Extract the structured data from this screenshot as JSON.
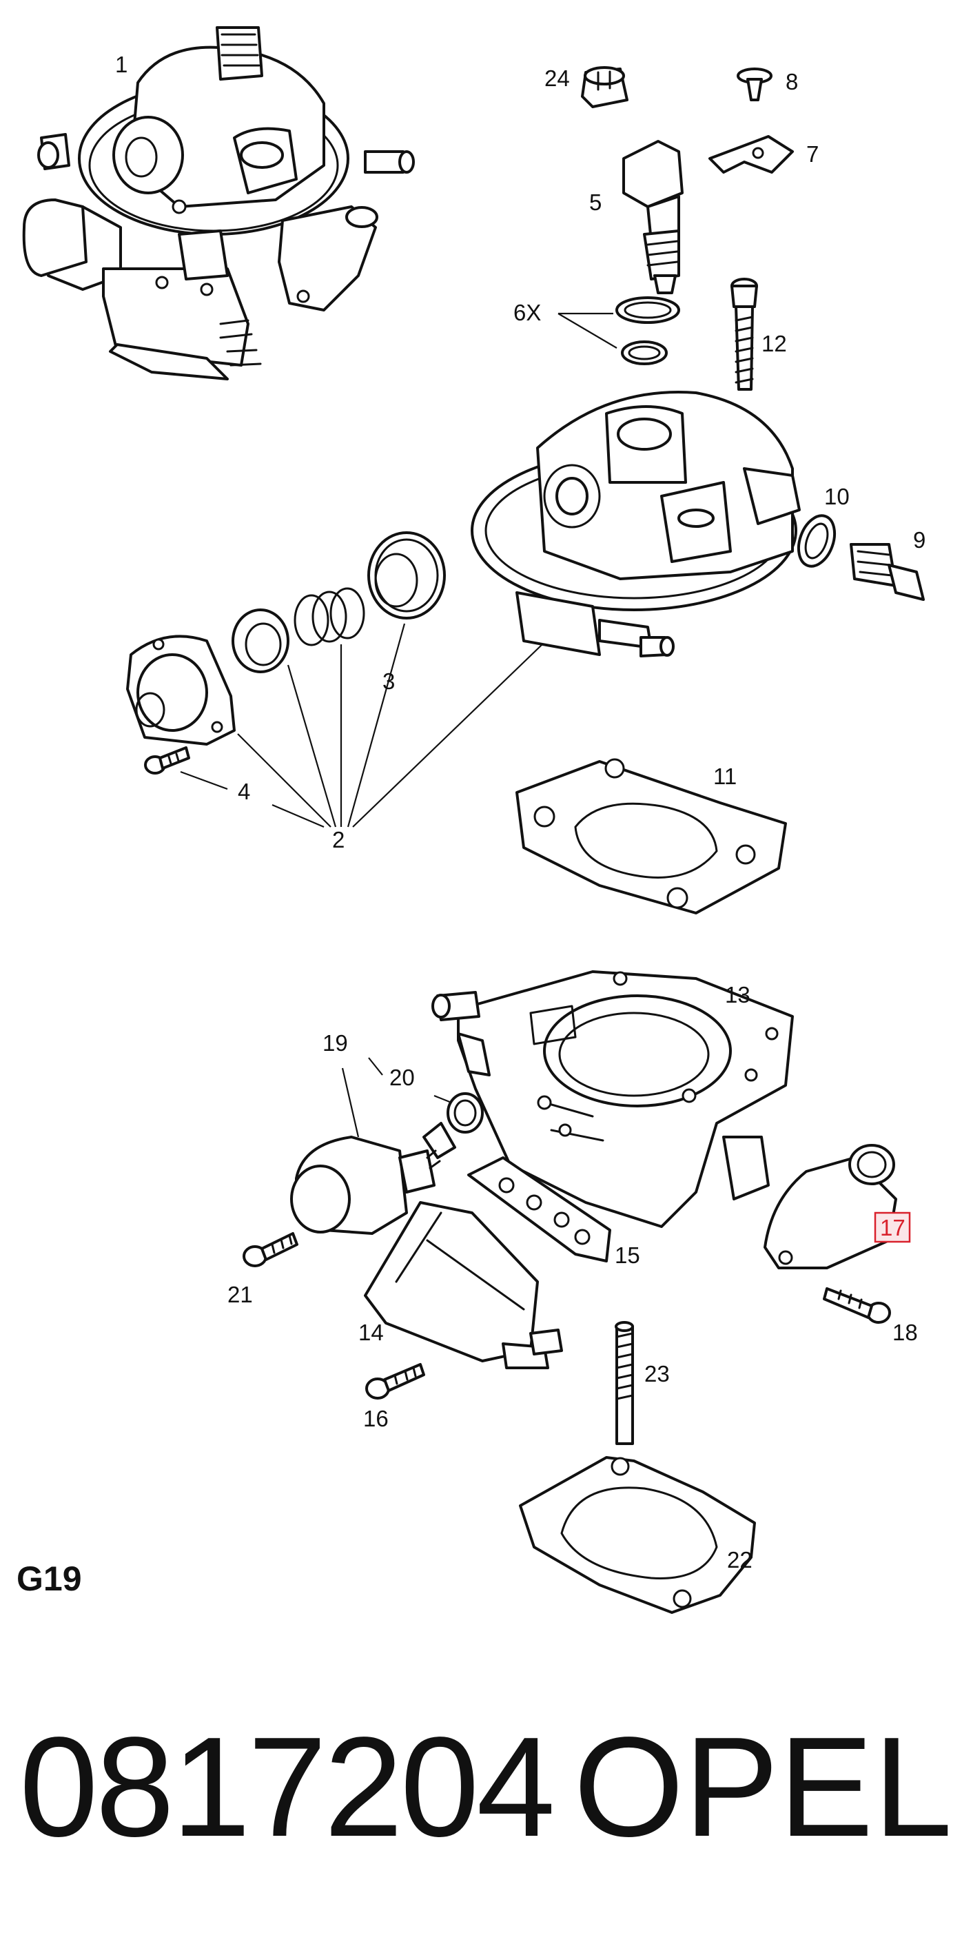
{
  "diagram": {
    "id_label": "G19",
    "part_number": "0817204",
    "brand": "OPEL",
    "highlight_color": "#d9212c",
    "highlighted_callout": "17",
    "callouts": [
      "1",
      "24",
      "8",
      "7",
      "5",
      "6X",
      "12",
      "10",
      "9",
      "3",
      "4",
      "2",
      "11",
      "13",
      "19",
      "20",
      "21",
      "15",
      "17",
      "18",
      "14",
      "16",
      "23",
      "22"
    ]
  }
}
